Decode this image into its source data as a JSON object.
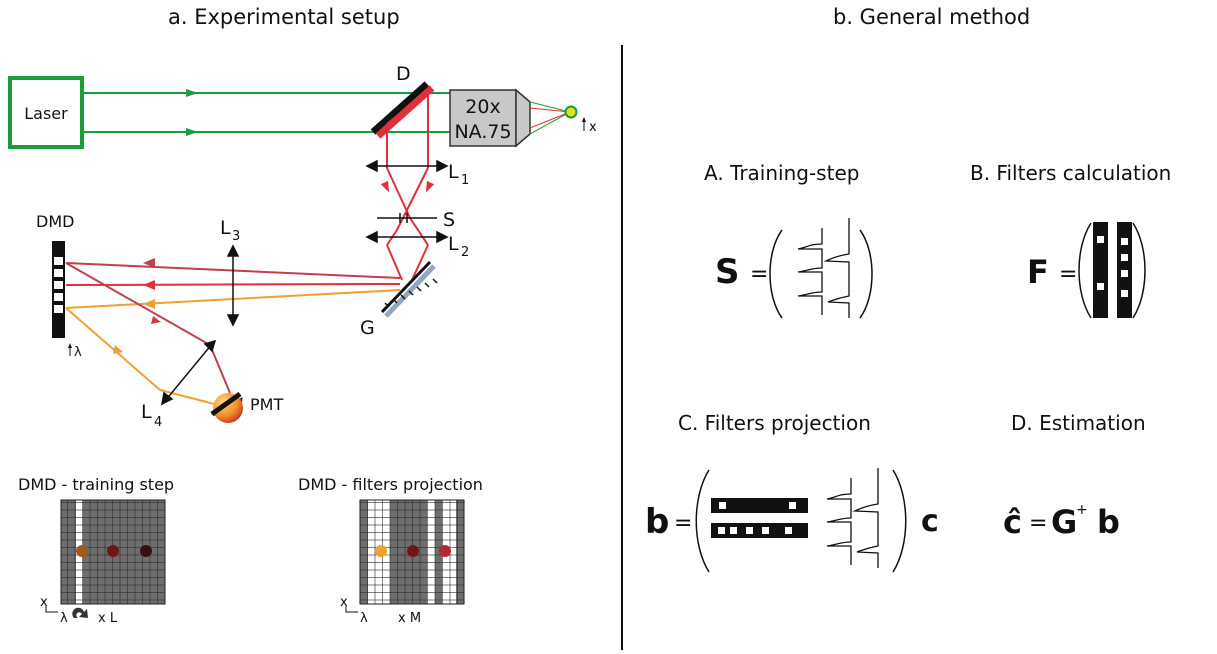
{
  "panel_a": {
    "title": "a.  Experimental setup",
    "laser_label": "Laser",
    "dichroic_label": "D",
    "objective_mag": "20x",
    "objective_na": "NA.75",
    "sample_axis": "x",
    "lens_l1": "L",
    "lens_l1_sub": "1",
    "slit_label": "S",
    "lens_l2": "L",
    "lens_l2_sub": "2",
    "lens_l3": "L",
    "lens_l3_sub": "3",
    "lens_l4": "L",
    "lens_l4_sub": "4",
    "grating_label": "G",
    "dmd_label": "DMD",
    "dmd_axis": "λ",
    "pmt_label": "PMT",
    "dmd_training_title": "DMD - training step",
    "dmd_training_axis_x": "x",
    "dmd_training_axis_l": "λ",
    "dmd_training_repeat": "x L",
    "dmd_filters_title": "DMD - filters projection",
    "dmd_filters_axis_x": "x",
    "dmd_filters_axis_l": "λ",
    "dmd_filters_repeat": "x M"
  },
  "panel_b": {
    "title": "b.  General method",
    "step_a": "A. Training-step",
    "step_b": "B. Filters calculation",
    "step_c": "C. Filters projection",
    "step_d": "D. Estimation",
    "eq_s_sym": "S",
    "eq_f_sym": "F",
    "eq_b_sym": "b",
    "eq_c_sym": "c",
    "eq_equals": "=",
    "eq_est_lhs": "ĉ",
    "eq_est_g": "G",
    "eq_est_plus": "+",
    "eq_est_b": "b"
  },
  "colors": {
    "laser_green": "#1a9e3a",
    "emission_red": "#e0303a",
    "ray_dark": "#c0404e",
    "ray_orange": "#f0a030",
    "grid_gray": "#6e6e6e"
  }
}
